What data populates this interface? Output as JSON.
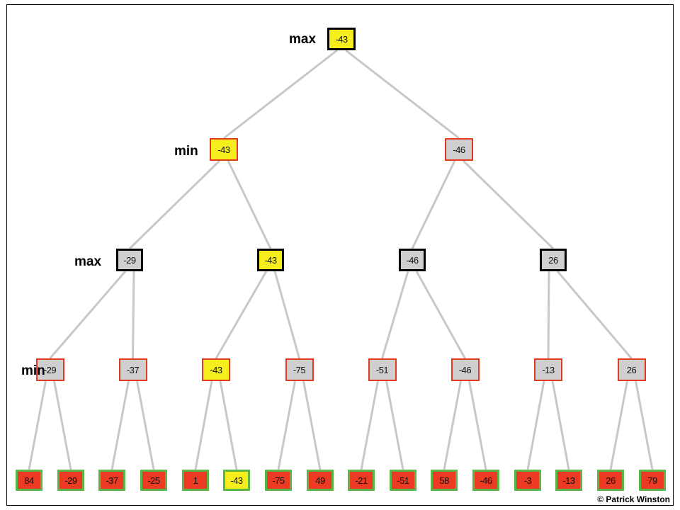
{
  "colors": {
    "yellow": "#f7ef1d",
    "gray": "#cfcfcf",
    "red": "#ec3a23",
    "border_black": "#000000",
    "border_red": "#e23a1f",
    "border_green": "#5bb547",
    "edge": "#c8c8c8"
  },
  "level_labels": [
    "max",
    "min",
    "max",
    "min"
  ],
  "tree": {
    "root": {
      "value": "-43",
      "fill": "yellow",
      "border": "black"
    },
    "level1": [
      {
        "value": "-43",
        "fill": "yellow",
        "border": "red"
      },
      {
        "value": "-46",
        "fill": "gray",
        "border": "red"
      }
    ],
    "level2": [
      {
        "value": "-29",
        "fill": "gray",
        "border": "black"
      },
      {
        "value": "-43",
        "fill": "yellow",
        "border": "black"
      },
      {
        "value": "-46",
        "fill": "gray",
        "border": "black"
      },
      {
        "value": "26",
        "fill": "gray",
        "border": "black"
      }
    ],
    "level3": [
      {
        "value": "-29",
        "fill": "gray",
        "border": "red"
      },
      {
        "value": "-37",
        "fill": "gray",
        "border": "red"
      },
      {
        "value": "-43",
        "fill": "yellow",
        "border": "red"
      },
      {
        "value": "-75",
        "fill": "gray",
        "border": "red"
      },
      {
        "value": "-51",
        "fill": "gray",
        "border": "red"
      },
      {
        "value": "-46",
        "fill": "gray",
        "border": "red"
      },
      {
        "value": "-13",
        "fill": "gray",
        "border": "red"
      },
      {
        "value": "26",
        "fill": "gray",
        "border": "red"
      }
    ],
    "leaves": [
      {
        "value": "84",
        "fill": "red",
        "border": "green"
      },
      {
        "value": "-29",
        "fill": "red",
        "border": "green"
      },
      {
        "value": "-37",
        "fill": "red",
        "border": "green"
      },
      {
        "value": "-25",
        "fill": "red",
        "border": "green"
      },
      {
        "value": "1",
        "fill": "red",
        "border": "green"
      },
      {
        "value": "-43",
        "fill": "yellow",
        "border": "green"
      },
      {
        "value": "-75",
        "fill": "red",
        "border": "green"
      },
      {
        "value": "49",
        "fill": "red",
        "border": "green"
      },
      {
        "value": "-21",
        "fill": "red",
        "border": "green"
      },
      {
        "value": "-51",
        "fill": "red",
        "border": "green"
      },
      {
        "value": "58",
        "fill": "red",
        "border": "green"
      },
      {
        "value": "-46",
        "fill": "red",
        "border": "green"
      },
      {
        "value": "-3",
        "fill": "red",
        "border": "green"
      },
      {
        "value": "-13",
        "fill": "red",
        "border": "green"
      },
      {
        "value": "26",
        "fill": "red",
        "border": "green"
      },
      {
        "value": "79",
        "fill": "red",
        "border": "green"
      }
    ]
  },
  "credit": "© Patrick Winston"
}
